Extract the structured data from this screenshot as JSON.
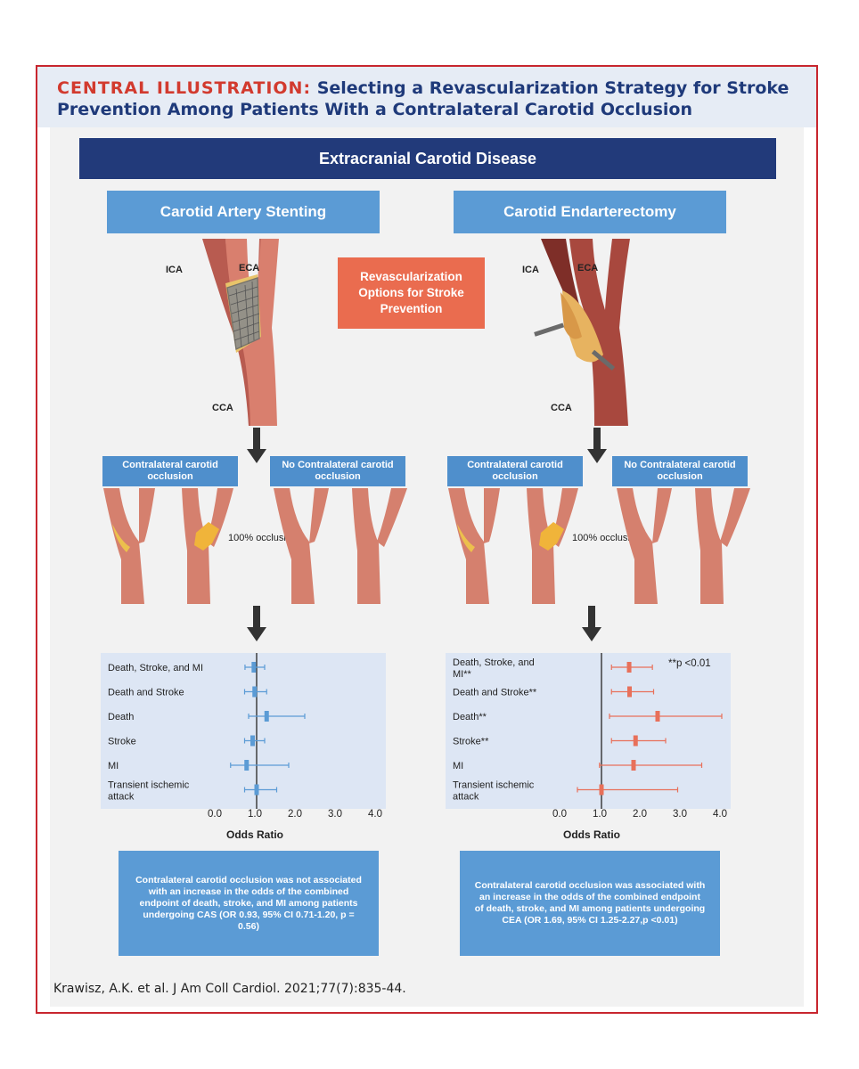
{
  "title": {
    "lead": "CENTRAL ILLUSTRATION:",
    "text": "Selecting a Revascularization Strategy for Stroke Prevention Among Patients With a Contralateral Carotid Occlusion"
  },
  "main_header": "Extracranial Carotid Disease",
  "center_box": "Revascularization Options for Stroke Prevention",
  "left": {
    "header": "Carotid Artery Stenting",
    "labels": {
      "ica": "ICA",
      "eca": "ECA",
      "cca": "CCA"
    },
    "sub_occluded": "Contralateral carotid occlusion",
    "sub_not": "No Contralateral carotid occlusion",
    "occlusion_text": "100% occlusion",
    "summary": "Contralateral carotid occlusion was not associated with an increase in the odds of the combined endpoint of death, stroke, and MI among patients undergoing CAS (OR 0.93, 95% CI 0.71-1.20, p = 0.56)"
  },
  "right": {
    "header": "Carotid Endarterectomy",
    "labels": {
      "ica": "ICA",
      "eca": "ECA",
      "cca": "CCA"
    },
    "sub_occluded": "Contralateral carotid occlusion",
    "sub_not": "No Contralateral carotid occlusion",
    "occlusion_text": "100% occlusion",
    "p_note": "**p <0.01",
    "summary": "Contralateral carotid occlusion was associated with an increase in the odds of the combined endpoint of death, stroke, and MI among patients undergoing CEA (OR 1.69, 95% CI 1.25-2.27,p <0.01)"
  },
  "citation": "Krawisz, A.K. et al. J Am Coll Cardiol. 2021;77(7):835-44.",
  "colors": {
    "border": "#c8262e",
    "navy": "#223a7a",
    "blue": "#5b9bd5",
    "orange": "#ea6c4f",
    "cas_marker": "#5b9bd5",
    "cea_marker": "#e8705a"
  },
  "chart_data": [
    {
      "type": "forest",
      "xlabel": "Odds Ratio",
      "xticks": [
        "0.0",
        "1.0",
        "2.0",
        "3.0",
        "4.0"
      ],
      "xlim": [
        0,
        4
      ],
      "reference_line": 1.0,
      "rows": [
        {
          "label": "Death, Stroke, and MI",
          "or": 0.93,
          "lo": 0.71,
          "hi": 1.2
        },
        {
          "label": "Death and Stroke",
          "or": 0.95,
          "lo": 0.7,
          "hi": 1.25
        },
        {
          "label": "Death",
          "or": 1.25,
          "lo": 0.8,
          "hi": 2.2
        },
        {
          "label": "Stroke",
          "or": 0.9,
          "lo": 0.7,
          "hi": 1.2
        },
        {
          "label": "MI",
          "or": 0.75,
          "lo": 0.35,
          "hi": 1.8
        },
        {
          "label": "Transient ischemic attack",
          "or": 1.0,
          "lo": 0.7,
          "hi": 1.5
        }
      ]
    },
    {
      "type": "forest",
      "xlabel": "Odds Ratio",
      "xticks": [
        "0.0",
        "1.0",
        "2.0",
        "3.0",
        "4.0"
      ],
      "xlim": [
        0,
        4
      ],
      "reference_line": 1.0,
      "rows": [
        {
          "label": "Death, Stroke, and MI**",
          "or": 1.69,
          "lo": 1.25,
          "hi": 2.27
        },
        {
          "label": "Death and Stroke**",
          "or": 1.7,
          "lo": 1.25,
          "hi": 2.3
        },
        {
          "label": "Death**",
          "or": 2.4,
          "lo": 1.2,
          "hi": 4.5
        },
        {
          "label": "Stroke**",
          "or": 1.85,
          "lo": 1.25,
          "hi": 2.6
        },
        {
          "label": "MI",
          "or": 1.8,
          "lo": 0.95,
          "hi": 3.5
        },
        {
          "label": "Transient ischemic attack",
          "or": 1.0,
          "lo": 0.4,
          "hi": 2.9
        }
      ]
    }
  ]
}
